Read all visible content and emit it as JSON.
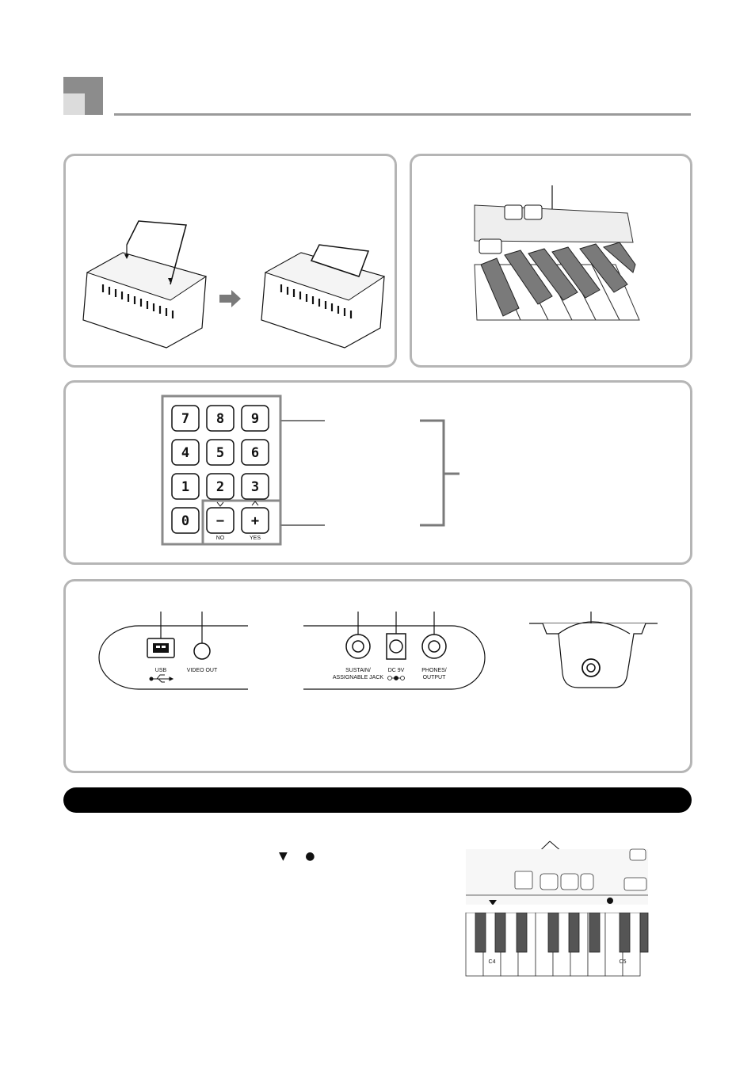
{
  "keypad": {
    "keys": [
      "7",
      "8",
      "9",
      "4",
      "5",
      "6",
      "1",
      "2",
      "3",
      "0",
      "−",
      "+"
    ],
    "no_label": "NO",
    "yes_label": "YES"
  },
  "rear_panel": {
    "usb_label": "USB",
    "video_out_label": "VIDEO OUT",
    "sustain_label_line1": "SUSTAIN/",
    "sustain_label_line2": "ASSIGNABLE JACK",
    "dc_label": "DC 9V",
    "phones_label_line1": "PHONES/",
    "phones_label_line2": "OUTPUT"
  },
  "marker_legend": {
    "triangle_symbol": "▼",
    "circle_symbol": "●"
  },
  "keyboard_closeup": {
    "c4_label": "C4",
    "c5_label": "C5"
  },
  "colors": {
    "panel_border": "#b5b5b5",
    "header_dark": "#8c8c8c",
    "header_light": "#dcdcdc",
    "bar": "#000000"
  }
}
